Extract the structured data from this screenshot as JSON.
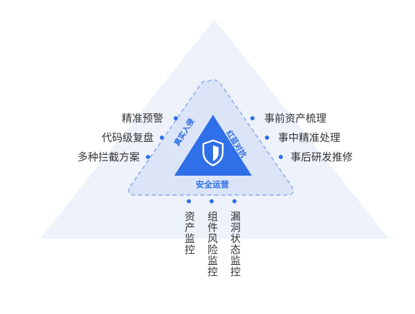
{
  "center": {
    "inner_edges": {
      "left": "真实入侵",
      "right": "红蓝对抗",
      "bottom": "安全运营"
    }
  },
  "left_labels": [
    "精准预警",
    "代码级复盘",
    "多种拦截方案"
  ],
  "right_labels": [
    "事前资产梳理",
    "事中精准处理",
    "事后研发推修"
  ],
  "bottom_labels": [
    "资产监控",
    "组件风险监控",
    "漏洞状态监控"
  ],
  "colors": {
    "outer_triangle": "#eef2fb",
    "middle_triangle": "#dbe5f7",
    "inner_triangle": "#2f6fe8",
    "dashed_border": "#9db8ee",
    "accent": "#2f6fe8",
    "text": "#333333"
  },
  "icons": [
    "shield-icon"
  ]
}
